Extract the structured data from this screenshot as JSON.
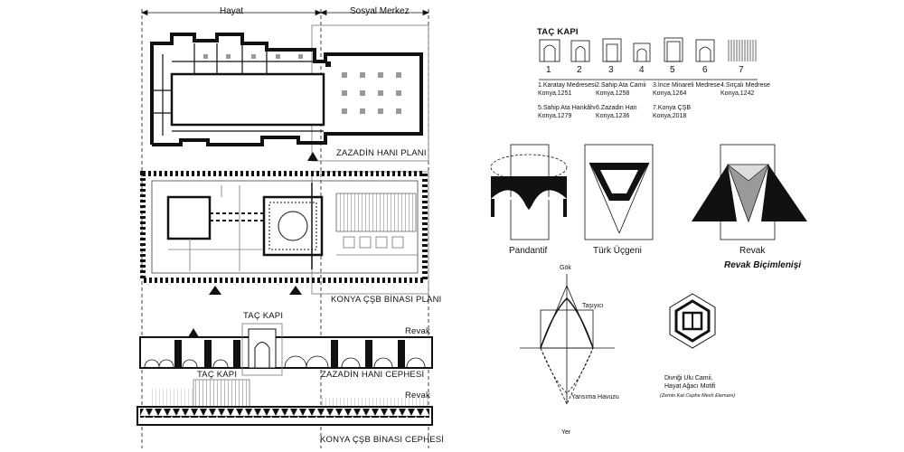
{
  "zones": {
    "hayat": "Hayat",
    "sosyal_merkez": "Sosyal Merkez"
  },
  "plans": {
    "zazadin_plan": "ZAZADİN HANI PLANI",
    "konya_plan": "KONYA ÇŞB BİNASI PLANI"
  },
  "elevations": {
    "tac_kapi_1": "TAÇ KAPI",
    "revak_1": "Revak",
    "zazadin_cephe": "ZAZADİN HANI CEPHESİ",
    "tac_kapi_2": "TAÇ KAPI",
    "revak_2": "Revak",
    "konya_cephe": "KONYA ÇŞB BİNASI CEPHESİ"
  },
  "tac_kapi_legend": {
    "title": "TAÇ KAPI",
    "numbers": [
      "1",
      "2",
      "3",
      "4",
      "5",
      "6",
      "7"
    ],
    "captions": [
      "1.Karatay Medresesi\nKonya,1251",
      "2.Sahip Ata Camii\nKonya,1258",
      "3.İnce Minareli Medrese\nKonya,1264",
      "4.Sırçalı Medrese\nKonya,1242",
      "5.Sahip Ata Hankâhı\nKonya,1279",
      "6.Zazadin Han\nKonya,1236",
      "7.Konya ÇŞB\nKonya,2018"
    ]
  },
  "revak_forms": {
    "pandantif": "Pandantif",
    "turk_ucgeni": "Türk Üçgeni",
    "revak": "Revak",
    "title": "Revak Biçimlenişi"
  },
  "diagram": {
    "gok": "Gök",
    "tasiyici": "Taşıyıcı",
    "yansima": "Yansıma Havuzu",
    "yer": "Yer"
  },
  "motif": {
    "caption": "Divriği Ulu Camii,\nHayat Ağacı Motifi",
    "sub": "(Zemin Kat Cephe Mesh Elemanı)"
  }
}
